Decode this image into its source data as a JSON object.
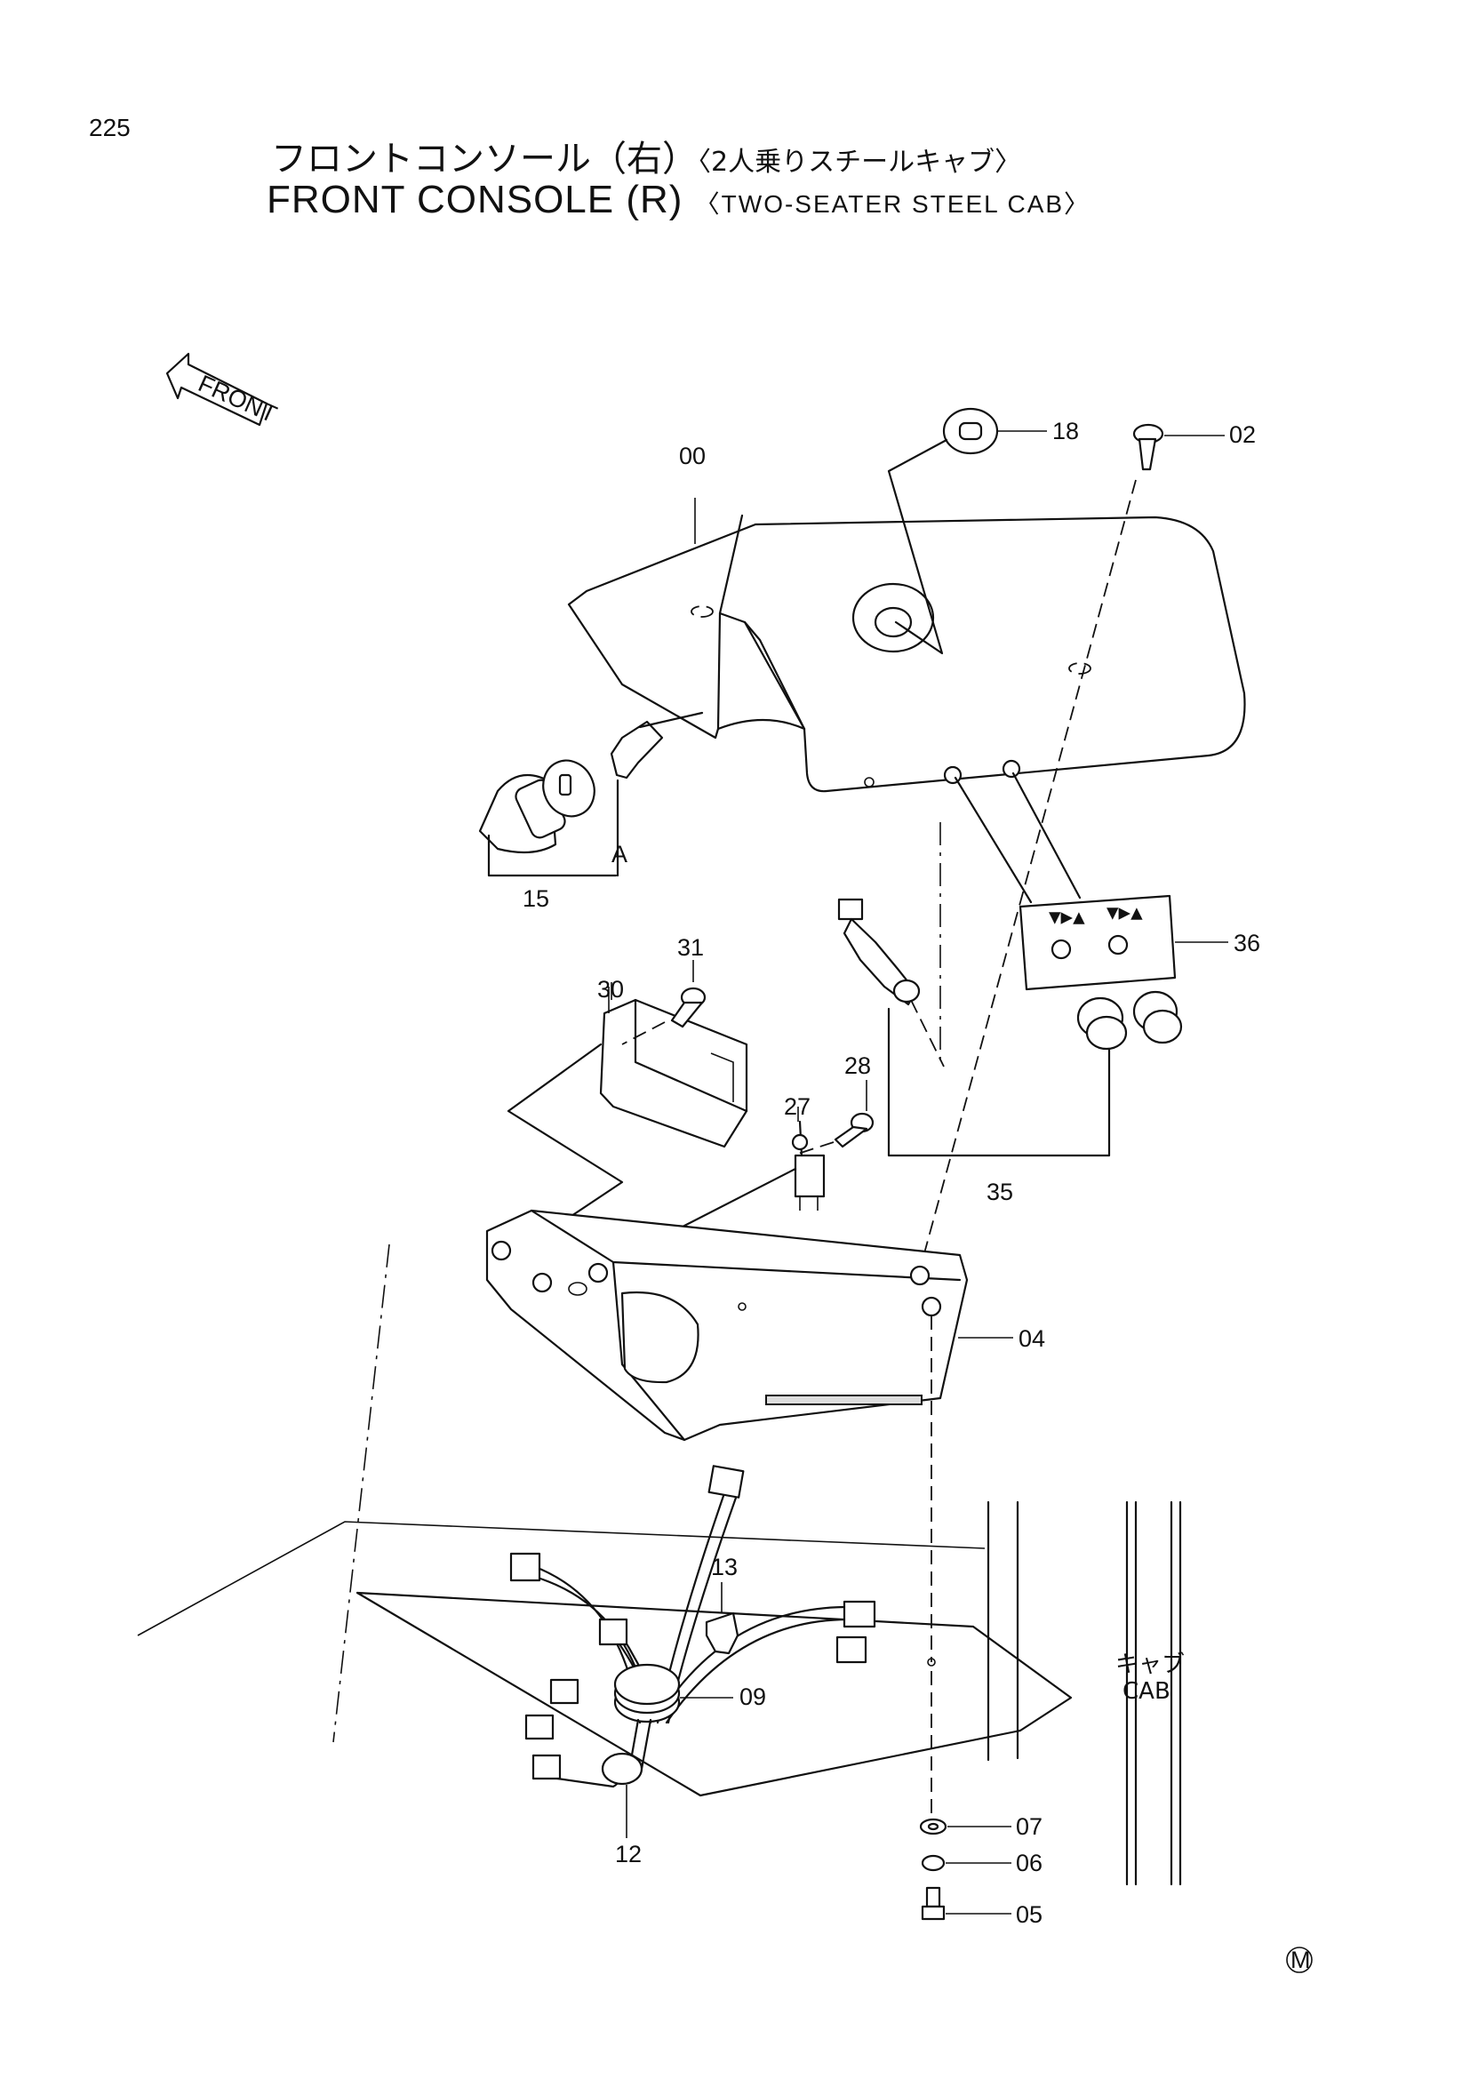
{
  "page_number": "225",
  "title_jp": "フロントコンソール（右）",
  "subtitle_jp": "〈2人乗りスチールキャブ〉",
  "title_en": "FRONT CONSOLE (R)",
  "subtitle_en": "〈TWO-SEATER STEEL CAB〉",
  "front_marker": "FRONT",
  "cab_label_jp": "キャブ",
  "cab_label_en": "CAB",
  "mark": "M",
  "assembly_ref": "A",
  "parts": {
    "p00": "00",
    "p02": "02",
    "p04": "04",
    "p05": "05",
    "p06": "06",
    "p07": "07",
    "p09": "09",
    "p12": "12",
    "p13": "13",
    "p15": "15",
    "p18": "18",
    "p27": "27",
    "p28": "28",
    "p30": "30",
    "p31": "31",
    "p35": "35",
    "p36": "36"
  }
}
